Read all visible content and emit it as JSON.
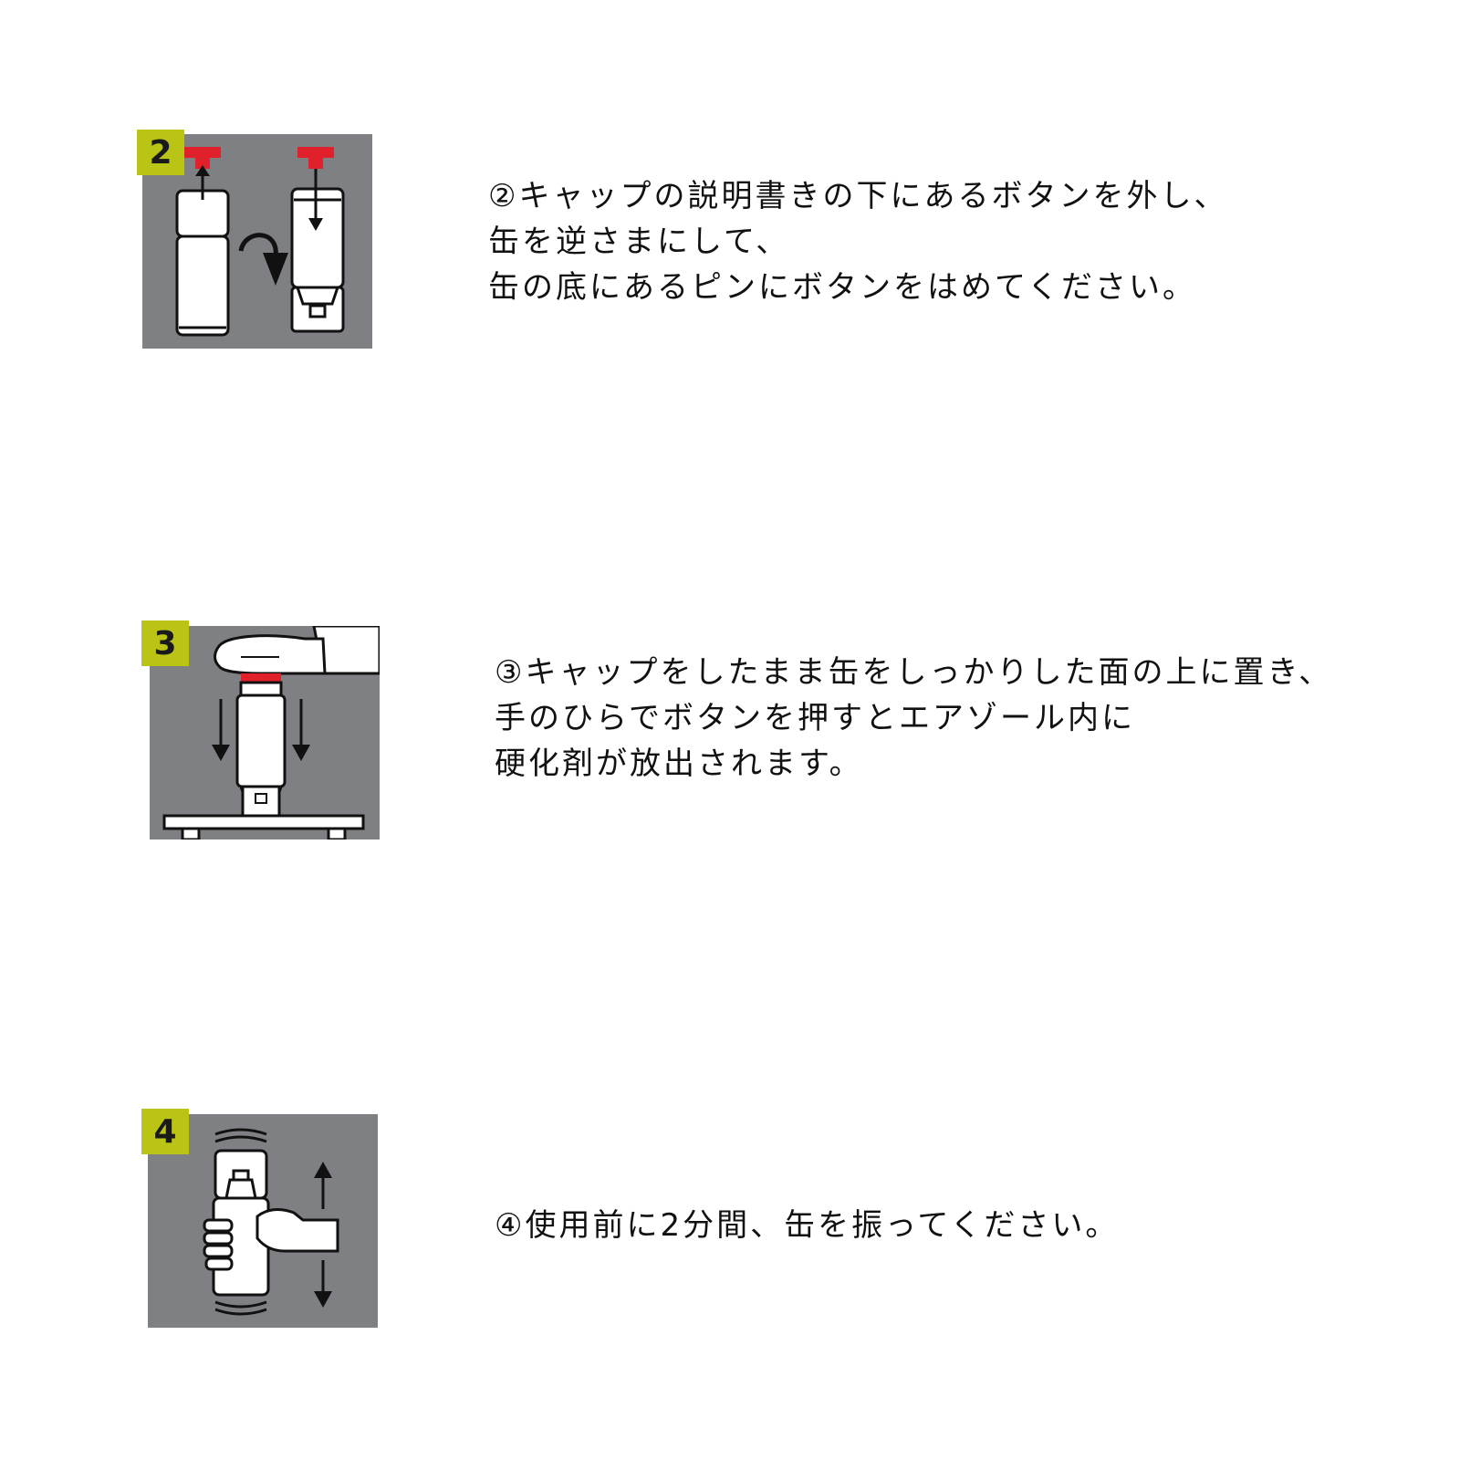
{
  "steps": [
    {
      "badge": "2",
      "lines": [
        "②キャップの説明書きの下にあるボタンを外し、",
        "缶を逆さまにして、",
        "缶の底にあるピンにボタンをはめてください。"
      ]
    },
    {
      "badge": "3",
      "lines": [
        "③キャップをしたまま缶をしっかりした面の上に置き、",
        "手のひらでボタンを押すとエアゾール内に",
        "硬化剤が放出されます。"
      ]
    },
    {
      "badge": "4",
      "lines": [
        "④使用前に2分間、缶を振ってください。"
      ]
    }
  ],
  "colors": {
    "panel": "#7f8083",
    "badge": "#b9c415",
    "cap": "#e0212b"
  }
}
